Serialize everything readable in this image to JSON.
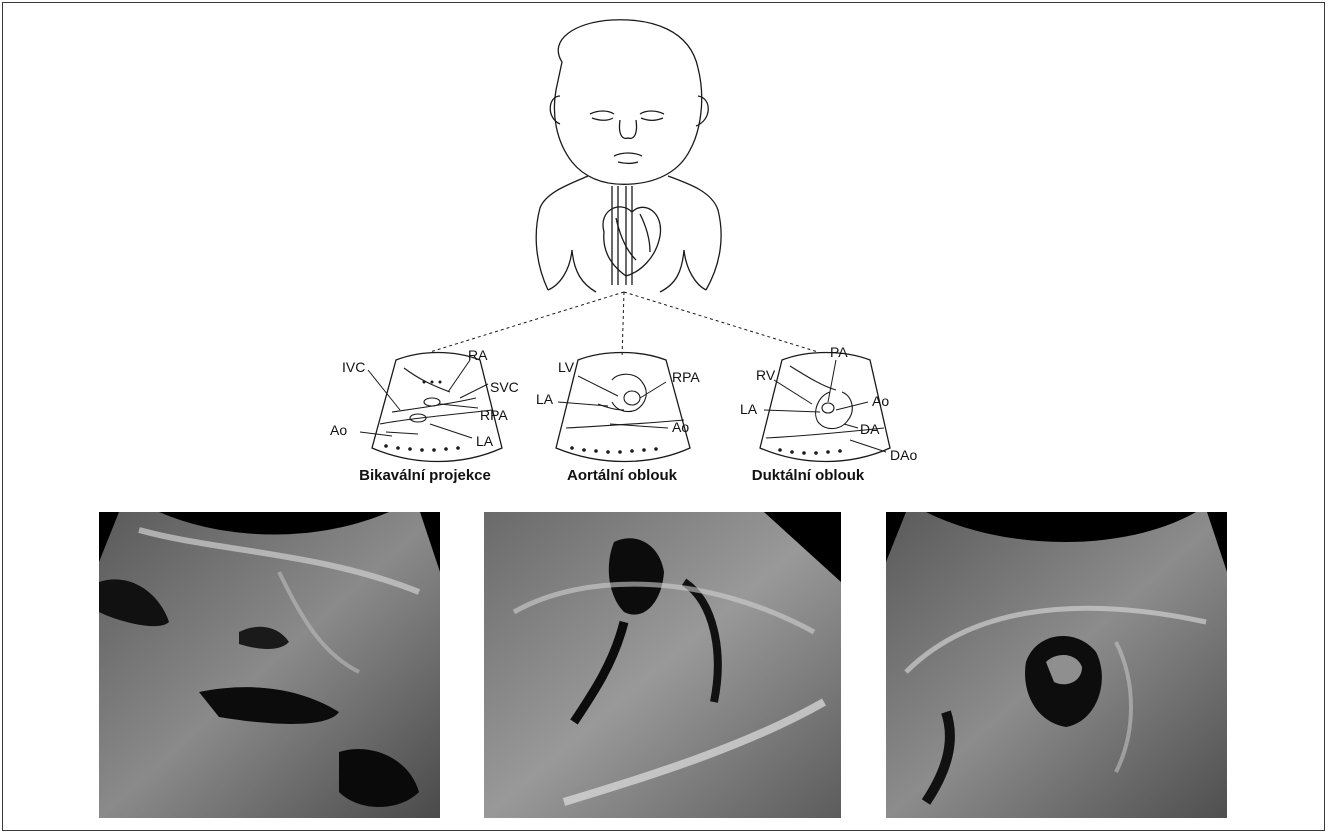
{
  "views": [
    {
      "caption": "Bikavální projekce",
      "labels": {
        "ivc": "IVC",
        "ra": "RA",
        "svc": "SVC",
        "rpa": "RPA",
        "ao": "Ao",
        "la": "LA"
      }
    },
    {
      "caption": "Aortální oblouk",
      "labels": {
        "lv": "LV",
        "rpa": "RPA",
        "la": "LA",
        "ao": "Ao"
      }
    },
    {
      "caption": "Duktální oblouk",
      "labels": {
        "rv": "RV",
        "pa": "PA",
        "la": "LA",
        "ao": "Ao",
        "da": "DA",
        "dao": "DAo"
      }
    }
  ],
  "colors": {
    "line": "#1a1a1a",
    "ultrasound_bg": "#000000",
    "frame": "#3a3a3a"
  }
}
